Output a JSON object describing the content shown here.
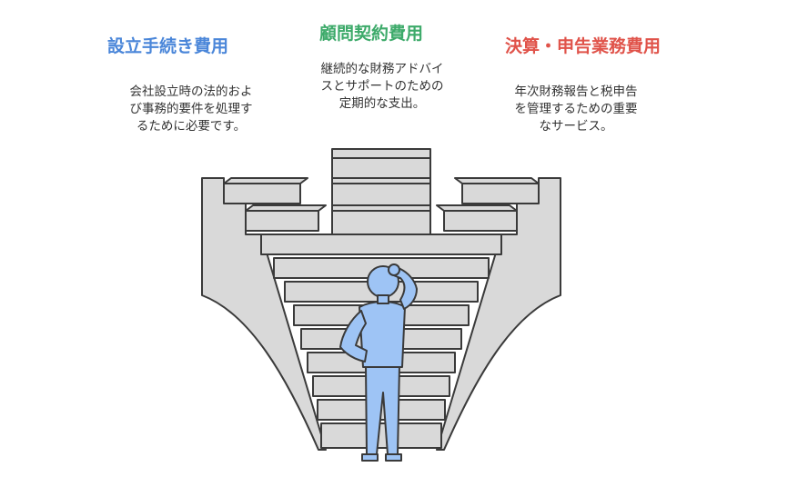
{
  "items": [
    {
      "title": "設立手続き費用",
      "color": "#4a86d9",
      "desc": "会社設立時の法的およ\nび事務的要件を処理す\nるために必要です。"
    },
    {
      "title": "顧問契約費用",
      "color": "#3daa6a",
      "desc": "継続的な財務アドバイ\nスとサポートのための\n定期的な支出。"
    },
    {
      "title": "決算・申告業務費用",
      "color": "#e0534a",
      "desc": "年次財務報告と税申告\nを管理するための重要\nなサービス。"
    }
  ],
  "colors": {
    "stone": "#d9d9d9",
    "outline": "#3a3a3a",
    "person": "#9ec4f5"
  }
}
